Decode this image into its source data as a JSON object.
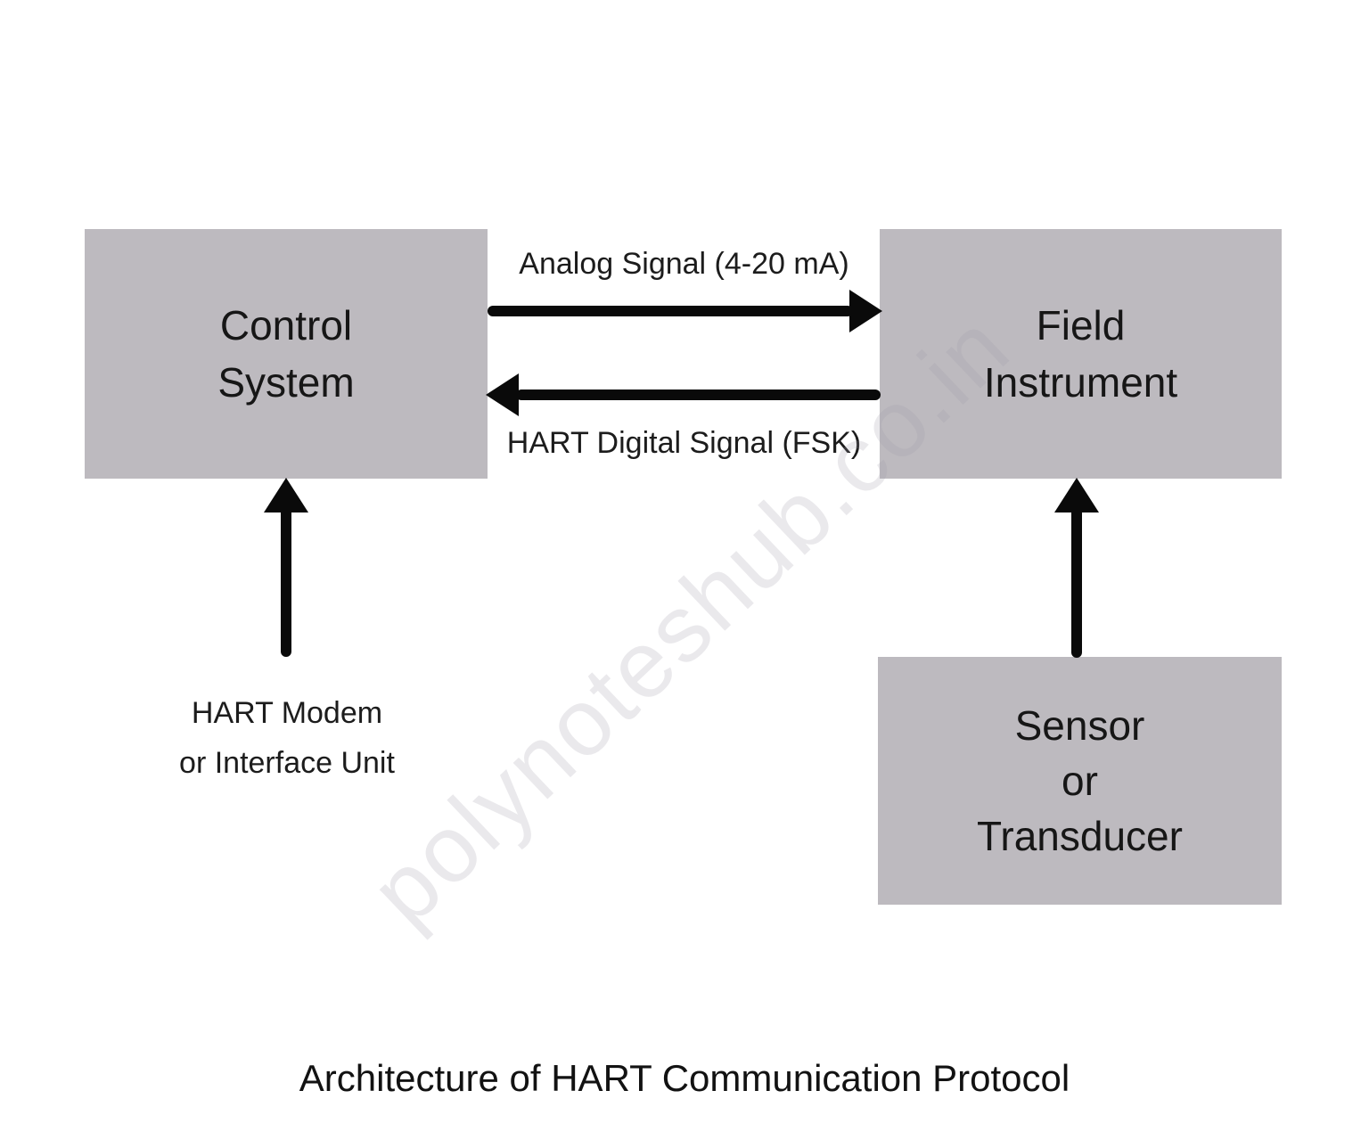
{
  "diagram": {
    "caption": "Architecture of HART Communication Protocol",
    "watermark": "polynoteshub.co.in",
    "nodes": {
      "control_system": {
        "line1": "Control",
        "line2": "System"
      },
      "field_instrument": {
        "line1": "Field",
        "line2": "Instrument"
      },
      "sensor": {
        "line1": "Sensor",
        "line2": "or",
        "line3": "Transducer"
      }
    },
    "edges": {
      "analog": {
        "label": "Analog Signal (4-20 mA)",
        "direction": "right",
        "from": "Control System",
        "to": "Field Instrument"
      },
      "hart_digital": {
        "label": "HART Digital Signal (FSK)",
        "direction": "left",
        "from": "Field Instrument",
        "to": "Control System"
      },
      "modem": {
        "label_line1": "HART Modem",
        "label_line2": "or Interface Unit",
        "direction": "up",
        "to": "Control System"
      },
      "sensor_link": {
        "label": "",
        "direction": "up",
        "from": "Sensor or Transducer",
        "to": "Field Instrument"
      }
    },
    "colors": {
      "background": "#ffffff",
      "box_fill": "#bdbabf",
      "arrow": "#0a0a0a",
      "text": "#161616",
      "watermark": "#ececec"
    }
  }
}
